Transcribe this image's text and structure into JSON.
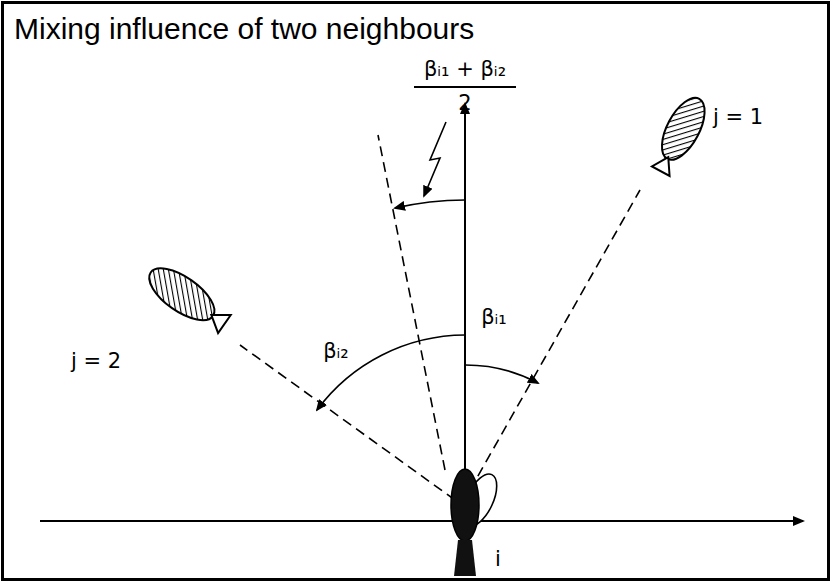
{
  "diagram": {
    "title": "Mixing influence of two neighbours",
    "labels": [
      "βᵢ₁ + βᵢ₂",
      "2",
      "βᵢ₂",
      "βᵢ₁",
      "j = 1",
      "j = 2",
      "i"
    ]
  }
}
